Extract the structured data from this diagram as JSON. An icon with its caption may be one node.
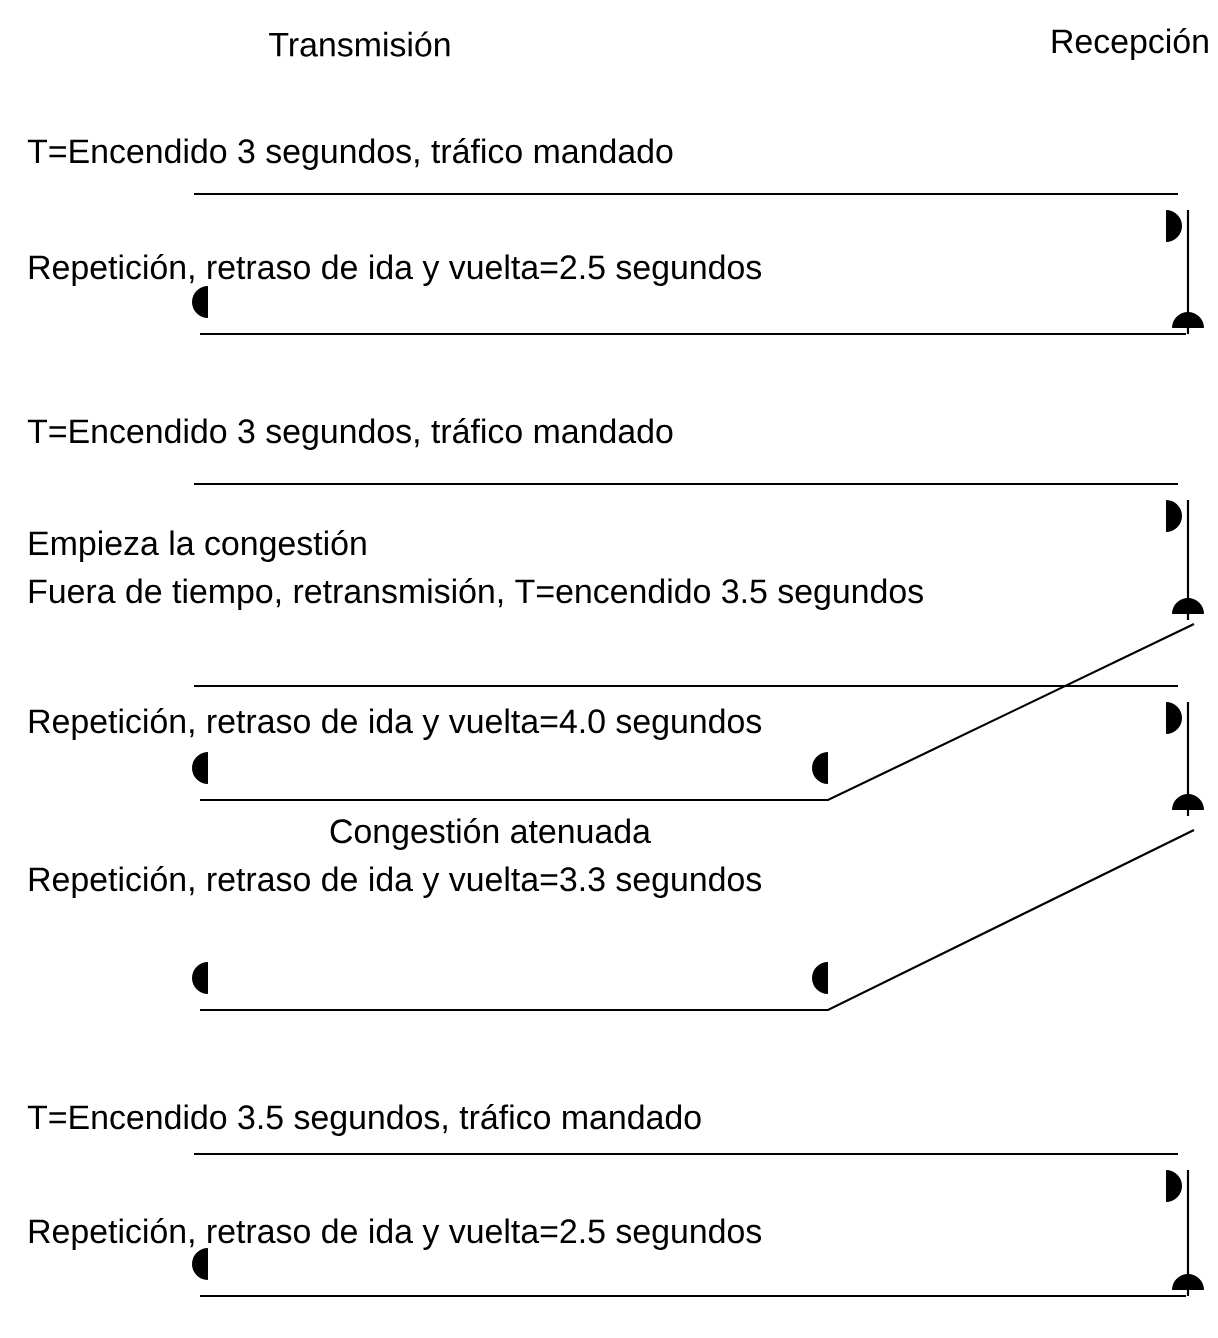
{
  "diagram": {
    "labels": [
      "Transmisión",
      "Recepción",
      "T=Encendido 3 segundos, tráfico mandado",
      "Repetición, retraso de ida y vuelta=2.5 segundos",
      "T=Encendido 3 segundos, tráfico mandado",
      "Empieza la congestión",
      "Fuera de tiempo, retransmisión, T=encendido 3.5 segundos",
      "Repetición, retraso de ida y vuelta=4.0 segundos",
      "Congestión atenuada",
      "Repetición, retraso de ida y vuelta=3.3 segundos",
      "T=Encendido 3.5 segundos, tráfico mandado",
      "Repetición, retraso de ida y vuelta=2.5 segundos"
    ]
  }
}
